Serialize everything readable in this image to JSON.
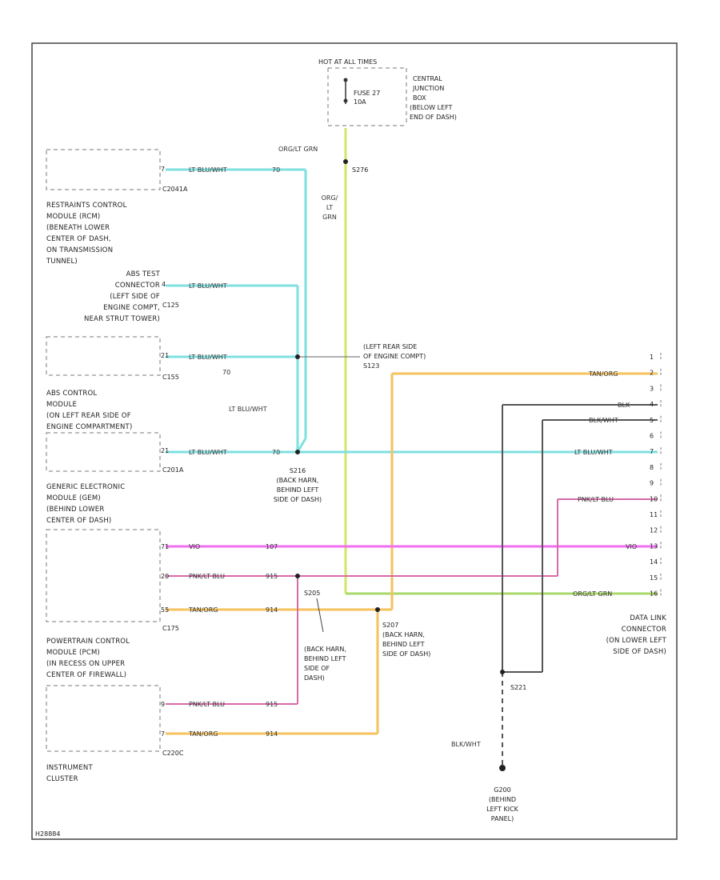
{
  "power_source": "HOT AT ALL TIMES",
  "fuse": {
    "name": "FUSE 27",
    "rating": "10A"
  },
  "central_junction_box": [
    "CENTRAL",
    "JUNCTION",
    "BOX",
    "(BELOW LEFT",
    "END OF DASH)"
  ],
  "splices": {
    "s276": "S276",
    "s216": [
      "S216",
      "(BACK HARN,",
      "BEHIND LEFT",
      "SIDE OF DASH)"
    ],
    "s205": "S205",
    "s205_note": [
      "(BACK HARN,",
      "BEHIND LEFT",
      "SIDE OF",
      "DASH)"
    ],
    "s207": [
      "S207",
      "(BACK HARN,",
      "BEHIND LEFT",
      "SIDE OF DASH)"
    ],
    "s221": "S221",
    "s123": [
      "(LEFT REAR SIDE",
      "OF ENGINE COMPT)",
      "S123"
    ]
  },
  "ground": {
    "name": "G200",
    "location": [
      "(BEHIND",
      "LEFT KICK",
      "PANEL)"
    ]
  },
  "components": {
    "restraints": {
      "connector": "C2041A",
      "pin": "7",
      "label": [
        "RESTRAINTS CONTROL",
        "MODULE (RCM)",
        "(BENEATH LOWER",
        "CENTER OF DASH,",
        "ON TRANSMISSION",
        "TUNNEL)"
      ]
    },
    "abs_test": {
      "connector": "C125",
      "pin": "4",
      "label": [
        "ABS TEST",
        "CONNECTOR",
        "(LEFT SIDE OF",
        "ENGINE COMPT,",
        "NEAR STRUT TOWER)"
      ]
    },
    "abs_control": {
      "connector": "C155",
      "pin": "21",
      "label": [
        "ABS CONTROL",
        "MODULE",
        "(ON LEFT REAR SIDE OF",
        "ENGINE COMPARTMENT)"
      ]
    },
    "gem": {
      "connector": "C201A",
      "pin": "21",
      "label": [
        "GENERIC ELECTRONIC",
        "MODULE (GEM)",
        "(BEHIND LOWER",
        "CENTER OF DASH)"
      ]
    },
    "pcm": {
      "connector": "C175",
      "pins": [
        "71",
        "20",
        "55"
      ],
      "label": [
        "POWERTRAIN CONTROL",
        "MODULE (PCM)",
        "(IN RECESS ON UPPER",
        "CENTER OF FIREWALL)"
      ]
    },
    "cluster": {
      "connector": "C220C",
      "pins": [
        "9",
        "7"
      ],
      "label": [
        "INSTRUMENT",
        "CLUSTER"
      ]
    },
    "dlc": {
      "label": [
        "DATA LINK",
        "CONNECTOR",
        "(ON LOWER LEFT",
        "SIDE OF DASH)"
      ],
      "pins": [
        "1",
        "2",
        "3",
        "4",
        "5",
        "6",
        "7",
        "8",
        "9",
        "10",
        "11",
        "12",
        "13",
        "14",
        "15",
        "16"
      ]
    }
  },
  "wires": {
    "org_lt_grn": "ORG/LT GRN",
    "org_vertical": [
      "ORG/",
      "LT",
      "GRN"
    ],
    "lt_blu_wht": "LT BLU/WHT",
    "circuit_70": "70",
    "tan_org": "TAN/ORG",
    "blk": "BLK",
    "blk_wht": "BLK/WHT",
    "pnk_lt_blu": "PNK/LT BLU",
    "vio": "VIO",
    "circuit_107": "107",
    "circuit_915": "915",
    "circuit_914": "914"
  },
  "colors": {
    "cyan": "#7fe0e0",
    "yellow_green": "#d6e36a",
    "orange": "#f5c25e",
    "magenta": "#f06ef0",
    "pink": "#d86aa8",
    "gray": "#555555",
    "green": "#a8d86a",
    "border": "#444444"
  },
  "footer_code": "H28884"
}
